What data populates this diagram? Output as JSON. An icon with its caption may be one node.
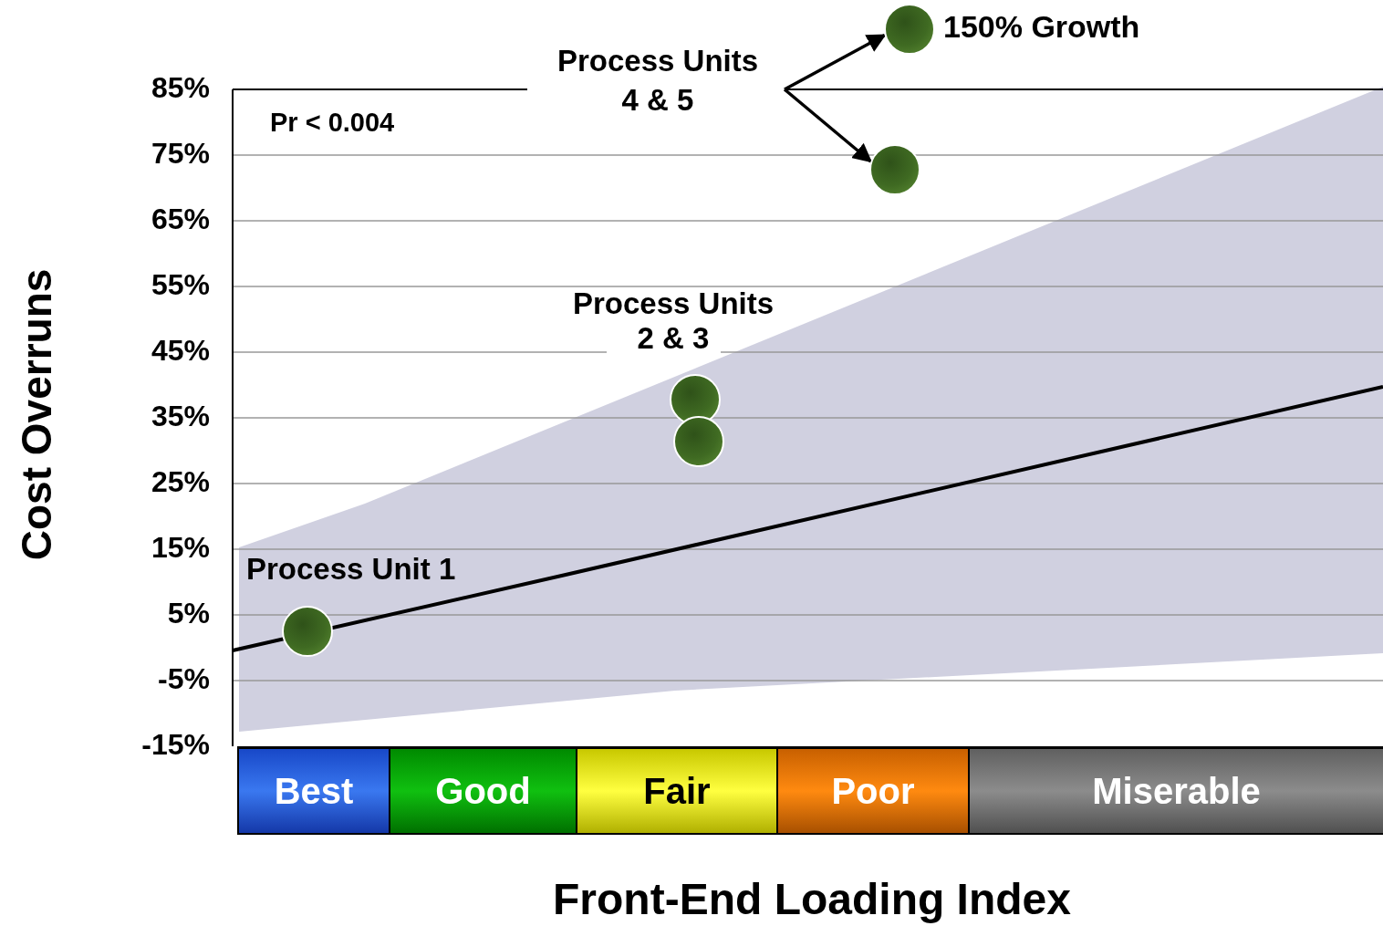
{
  "diagram": {
    "nodes": [
      {
        "text": [],
        "shape": "circle",
        "beside": [
          "150% Growth"
        ]
      },
      {
        "text": [
          "Process Units 4 & 5"
        ]
      },
      {
        "text": [],
        "shape": "circle"
      },
      {
        "text": [],
        "shape": "circle"
      },
      {
        "text": [],
        "shape": "circle"
      },
      {
        "text": [],
        "shape": "circle"
      },
      {
        "text": [
          "Best"
        ]
      },
      {
        "text": [
          "Good"
        ]
      },
      {
        "text": [
          "Fair"
        ]
      },
      {
        "text": [
          "Poor"
        ]
      },
      {
        "text": [
          "Miserable"
        ]
      }
    ],
    "edges": [
      {
        "from": 1,
        "to": 0,
        "arrow": "to"
      },
      {
        "from": 1,
        "to": 2,
        "arrow": "to"
      }
    ],
    "labels": [
      "85%",
      "75%",
      "65%",
      "55%",
      "45%",
      "35%",
      "25%",
      "15%",
      "5%",
      "-5%",
      "-15%",
      "Pr < 0.004",
      "Process Units 2 & 3",
      "Process Unit 1",
      "Cost Overruns",
      "Front-End Loading Index"
    ]
  }
}
